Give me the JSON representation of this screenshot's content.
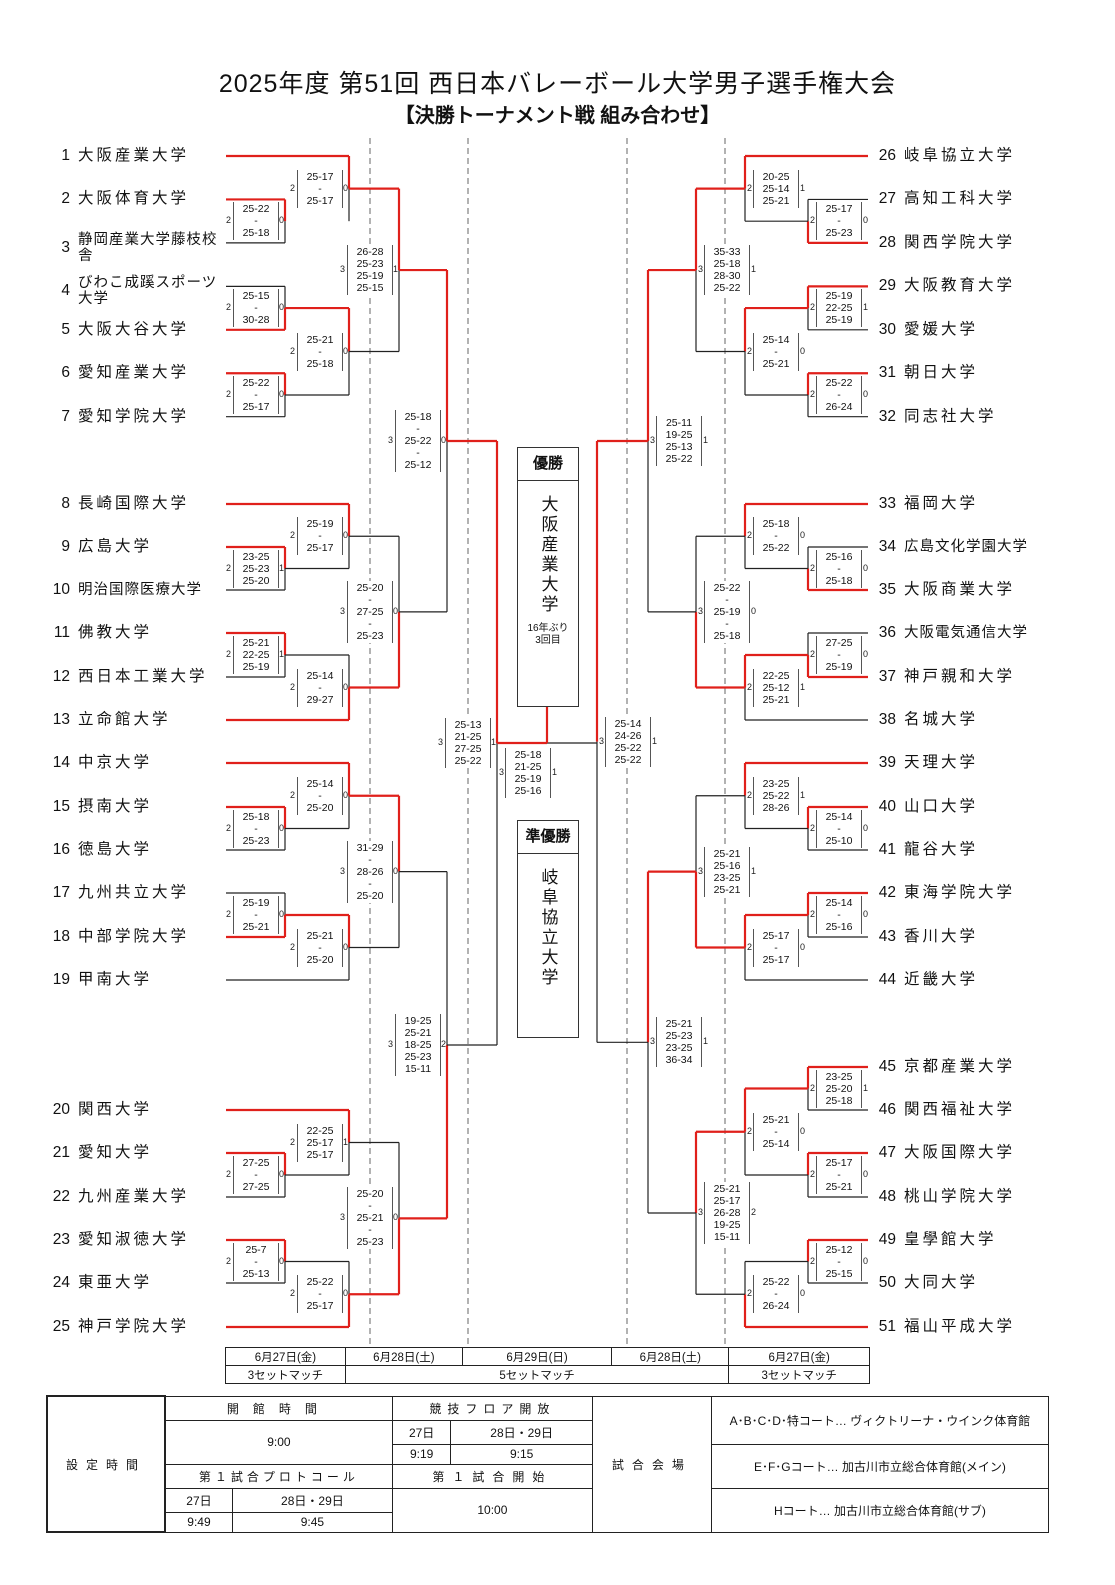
{
  "title": "2025年度 第51回 西日本バレーボール大学男子選手権大会",
  "subtitle": "【決勝トーナメント戦 組み合わせ】",
  "teams_left": [
    {
      "no": "1",
      "name": "大阪産業大学"
    },
    {
      "no": "2",
      "name": "大阪体育大学"
    },
    {
      "no": "3",
      "name": "静岡産業大学藤枝校舎"
    },
    {
      "no": "4",
      "name": "びわこ成蹊スポーツ大学"
    },
    {
      "no": "5",
      "name": "大阪大谷大学"
    },
    {
      "no": "6",
      "name": "愛知産業大学"
    },
    {
      "no": "7",
      "name": "愛知学院大学"
    },
    {
      "no": "8",
      "name": "長崎国際大学"
    },
    {
      "no": "9",
      "name": "広島大学"
    },
    {
      "no": "10",
      "name": "明治国際医療大学"
    },
    {
      "no": "11",
      "name": "佛教大学"
    },
    {
      "no": "12",
      "name": "西日本工業大学"
    },
    {
      "no": "13",
      "name": "立命館大学"
    },
    {
      "no": "14",
      "name": "中京大学"
    },
    {
      "no": "15",
      "name": "摂南大学"
    },
    {
      "no": "16",
      "name": "徳島大学"
    },
    {
      "no": "17",
      "name": "九州共立大学"
    },
    {
      "no": "18",
      "name": "中部学院大学"
    },
    {
      "no": "19",
      "name": "甲南大学"
    },
    {
      "no": "20",
      "name": "関西大学"
    },
    {
      "no": "21",
      "name": "愛知大学"
    },
    {
      "no": "22",
      "name": "九州産業大学"
    },
    {
      "no": "23",
      "name": "愛知淑徳大学"
    },
    {
      "no": "24",
      "name": "東亜大学"
    },
    {
      "no": "25",
      "name": "神戸学院大学"
    }
  ],
  "teams_right": [
    {
      "no": "26",
      "name": "岐阜協立大学"
    },
    {
      "no": "27",
      "name": "高知工科大学"
    },
    {
      "no": "28",
      "name": "関西学院大学"
    },
    {
      "no": "29",
      "name": "大阪教育大学"
    },
    {
      "no": "30",
      "name": "愛媛大学"
    },
    {
      "no": "31",
      "name": "朝日大学"
    },
    {
      "no": "32",
      "name": "同志社大学"
    },
    {
      "no": "33",
      "name": "福岡大学"
    },
    {
      "no": "34",
      "name": "広島文化学園大学"
    },
    {
      "no": "35",
      "name": "大阪商業大学"
    },
    {
      "no": "36",
      "name": "大阪電気通信大学"
    },
    {
      "no": "37",
      "name": "神戸親和大学"
    },
    {
      "no": "38",
      "name": "名城大学"
    },
    {
      "no": "39",
      "name": "天理大学"
    },
    {
      "no": "40",
      "name": "山口大学"
    },
    {
      "no": "41",
      "name": "龍谷大学"
    },
    {
      "no": "42",
      "name": "東海学院大学"
    },
    {
      "no": "43",
      "name": "香川大学"
    },
    {
      "no": "44",
      "name": "近畿大学"
    },
    {
      "no": "45",
      "name": "京都産業大学"
    },
    {
      "no": "46",
      "name": "関西福祉大学"
    },
    {
      "no": "47",
      "name": "大阪国際大学"
    },
    {
      "no": "48",
      "name": "桃山学院大学"
    },
    {
      "no": "49",
      "name": "皇學館大学"
    },
    {
      "no": "50",
      "name": "大同大学"
    },
    {
      "no": "51",
      "name": "福山平成大学"
    }
  ],
  "matches": [
    {
      "sets": [
        "25-17",
        "-",
        "25-17"
      ],
      "a": "2",
      "b": "0"
    },
    {
      "sets": [
        "25-22",
        "-",
        "25-18"
      ],
      "a": "2",
      "b": "0"
    },
    {
      "sets": [
        "25-15",
        "-",
        "30-28"
      ],
      "a": "2",
      "b": "0"
    },
    {
      "sets": [
        "25-21",
        "-",
        "25-18"
      ],
      "a": "2",
      "b": "0"
    },
    {
      "sets": [
        "25-22",
        "-",
        "25-17"
      ],
      "a": "2",
      "b": "0"
    },
    {
      "sets": [
        "26-28",
        "25-23",
        "25-19",
        "25-15"
      ],
      "a": "3",
      "b": "1"
    },
    {
      "sets": [
        "25-18",
        "-",
        "25-22",
        "-",
        "25-12"
      ],
      "a": "3",
      "b": "0"
    },
    {
      "sets": [
        "25-19",
        "-",
        "25-17"
      ],
      "a": "2",
      "b": "0"
    },
    {
      "sets": [
        "23-25",
        "25-23",
        "25-20"
      ],
      "a": "2",
      "b": "1"
    },
    {
      "sets": [
        "25-20",
        "-",
        "27-25",
        "-",
        "25-23"
      ],
      "a": "3",
      "b": "0"
    },
    {
      "sets": [
        "25-21",
        "22-25",
        "25-19"
      ],
      "a": "2",
      "b": "1"
    },
    {
      "sets": [
        "25-14",
        "-",
        "29-27"
      ],
      "a": "2",
      "b": "0"
    },
    {
      "sets": [
        "25-13",
        "21-25",
        "27-25",
        "25-22"
      ],
      "a": "3",
      "b": "1"
    },
    {
      "sets": [
        "25-14",
        "-",
        "25-20"
      ],
      "a": "2",
      "b": "0"
    },
    {
      "sets": [
        "25-18",
        "-",
        "25-23"
      ],
      "a": "2",
      "b": "0"
    },
    {
      "sets": [
        "31-29",
        "-",
        "28-26",
        "-",
        "25-20"
      ],
      "a": "3",
      "b": "0"
    },
    {
      "sets": [
        "25-19",
        "-",
        "25-21"
      ],
      "a": "2",
      "b": "0"
    },
    {
      "sets": [
        "25-21",
        "-",
        "25-20"
      ],
      "a": "2",
      "b": "0"
    },
    {
      "sets": [
        "19-25",
        "25-21",
        "18-25",
        "25-23",
        "15-11"
      ],
      "a": "3",
      "b": "2"
    },
    {
      "sets": [
        "22-25",
        "25-17",
        "25-17"
      ],
      "a": "2",
      "b": "1"
    },
    {
      "sets": [
        "27-25",
        "-",
        "27-25"
      ],
      "a": "2",
      "b": "0"
    },
    {
      "sets": [
        "25-20",
        "-",
        "25-21",
        "-",
        "25-23"
      ],
      "a": "3",
      "b": "0"
    },
    {
      "sets": [
        "25-7",
        "-",
        "25-13"
      ],
      "a": "2",
      "b": "0"
    },
    {
      "sets": [
        "25-22",
        "-",
        "25-17"
      ],
      "a": "2",
      "b": "0"
    },
    {
      "sets": [
        "25-18",
        "21-25",
        "25-19",
        "25-16"
      ],
      "a": "3",
      "b": "1"
    },
    {
      "sets": [
        "20-25",
        "25-14",
        "25-21"
      ],
      "a": "2",
      "b": "1"
    },
    {
      "sets": [
        "25-17",
        "-",
        "25-23"
      ],
      "a": "2",
      "b": "0"
    },
    {
      "sets": [
        "35-33",
        "25-18",
        "28-30",
        "25-22"
      ],
      "a": "3",
      "b": "1"
    },
    {
      "sets": [
        "25-19",
        "22-25",
        "25-19"
      ],
      "a": "2",
      "b": "1"
    },
    {
      "sets": [
        "25-14",
        "-",
        "25-21"
      ],
      "a": "2",
      "b": "0"
    },
    {
      "sets": [
        "25-22",
        "-",
        "26-24"
      ],
      "a": "2",
      "b": "0"
    },
    {
      "sets": [
        "25-11",
        "19-25",
        "25-13",
        "25-22"
      ],
      "a": "3",
      "b": "1"
    },
    {
      "sets": [
        "25-18",
        "-",
        "25-22"
      ],
      "a": "2",
      "b": "0"
    },
    {
      "sets": [
        "25-16",
        "-",
        "25-18"
      ],
      "a": "2",
      "b": "0"
    },
    {
      "sets": [
        "25-22",
        "-",
        "25-19",
        "-",
        "25-18"
      ],
      "a": "3",
      "b": "0"
    },
    {
      "sets": [
        "27-25",
        "-",
        "25-19"
      ],
      "a": "2",
      "b": "0"
    },
    {
      "sets": [
        "22-25",
        "25-12",
        "25-21"
      ],
      "a": "2",
      "b": "1"
    },
    {
      "sets": [
        "25-14",
        "24-26",
        "25-22",
        "25-22"
      ],
      "a": "3",
      "b": "1"
    },
    {
      "sets": [
        "23-25",
        "25-22",
        "28-26"
      ],
      "a": "2",
      "b": "1"
    },
    {
      "sets": [
        "25-14",
        "-",
        "25-10"
      ],
      "a": "2",
      "b": "0"
    },
    {
      "sets": [
        "25-21",
        "25-16",
        "23-25",
        "25-21"
      ],
      "a": "3",
      "b": "1"
    },
    {
      "sets": [
        "25-14",
        "-",
        "25-16"
      ],
      "a": "2",
      "b": "0"
    },
    {
      "sets": [
        "25-17",
        "-",
        "25-17"
      ],
      "a": "2",
      "b": "0"
    },
    {
      "sets": [
        "25-21",
        "25-23",
        "23-25",
        "36-34"
      ],
      "a": "3",
      "b": "1"
    },
    {
      "sets": [
        "23-25",
        "25-20",
        "25-18"
      ],
      "a": "2",
      "b": "1"
    },
    {
      "sets": [
        "25-21",
        "-",
        "25-14"
      ],
      "a": "2",
      "b": "0"
    },
    {
      "sets": [
        "25-17",
        "-",
        "25-21"
      ],
      "a": "2",
      "b": "0"
    },
    {
      "sets": [
        "25-21",
        "25-17",
        "26-28",
        "19-25",
        "15-11"
      ],
      "a": "3",
      "b": "2"
    },
    {
      "sets": [
        "25-12",
        "-",
        "25-15"
      ],
      "a": "2",
      "b": "0"
    },
    {
      "sets": [
        "25-22",
        "-",
        "26-24"
      ],
      "a": "2",
      "b": "0"
    }
  ],
  "champion": {
    "label": "優勝",
    "name": "大阪産業大学",
    "note1": "16年ぶり",
    "note2": "3回目"
  },
  "runner_up": {
    "label": "準優勝",
    "name": "岐阜協立大学"
  },
  "schedule": {
    "dates": [
      "6月27日(金)",
      "6月28日(土)",
      "6月29日(日)",
      "6月28日(土)",
      "6月27日(金)"
    ],
    "format_left": "3セットマッチ",
    "format_center": "5セットマッチ",
    "format_right": "3セットマッチ"
  },
  "info": {
    "label_time": "設定時間",
    "open_label": "開館時間",
    "open_value": "9:00",
    "floor_label": "競技フロア開放",
    "floor_d1": "27日",
    "floor_d2": "28日・29日",
    "floor_t1": "9:19",
    "floor_t2": "9:15",
    "protocol_label": "第１試合プロトコール",
    "proto_d1": "27日",
    "proto_d2": "28日・29日",
    "proto_t1": "9:49",
    "proto_t2": "9:45",
    "first_label": "第１試合開始",
    "first_value": "10:00",
    "venue_label": "試合会場",
    "venue1": "A･B･C･D･特コート… ヴィクトリーナ・ウインク体育館",
    "venue2": "E･F･Gコート… 加古川市立総合体育館(メイン)",
    "venue3": "Hコート… 加古川市立総合体育館(サブ)"
  },
  "colors": {
    "win": "#e0201b",
    "line": "#222222"
  }
}
